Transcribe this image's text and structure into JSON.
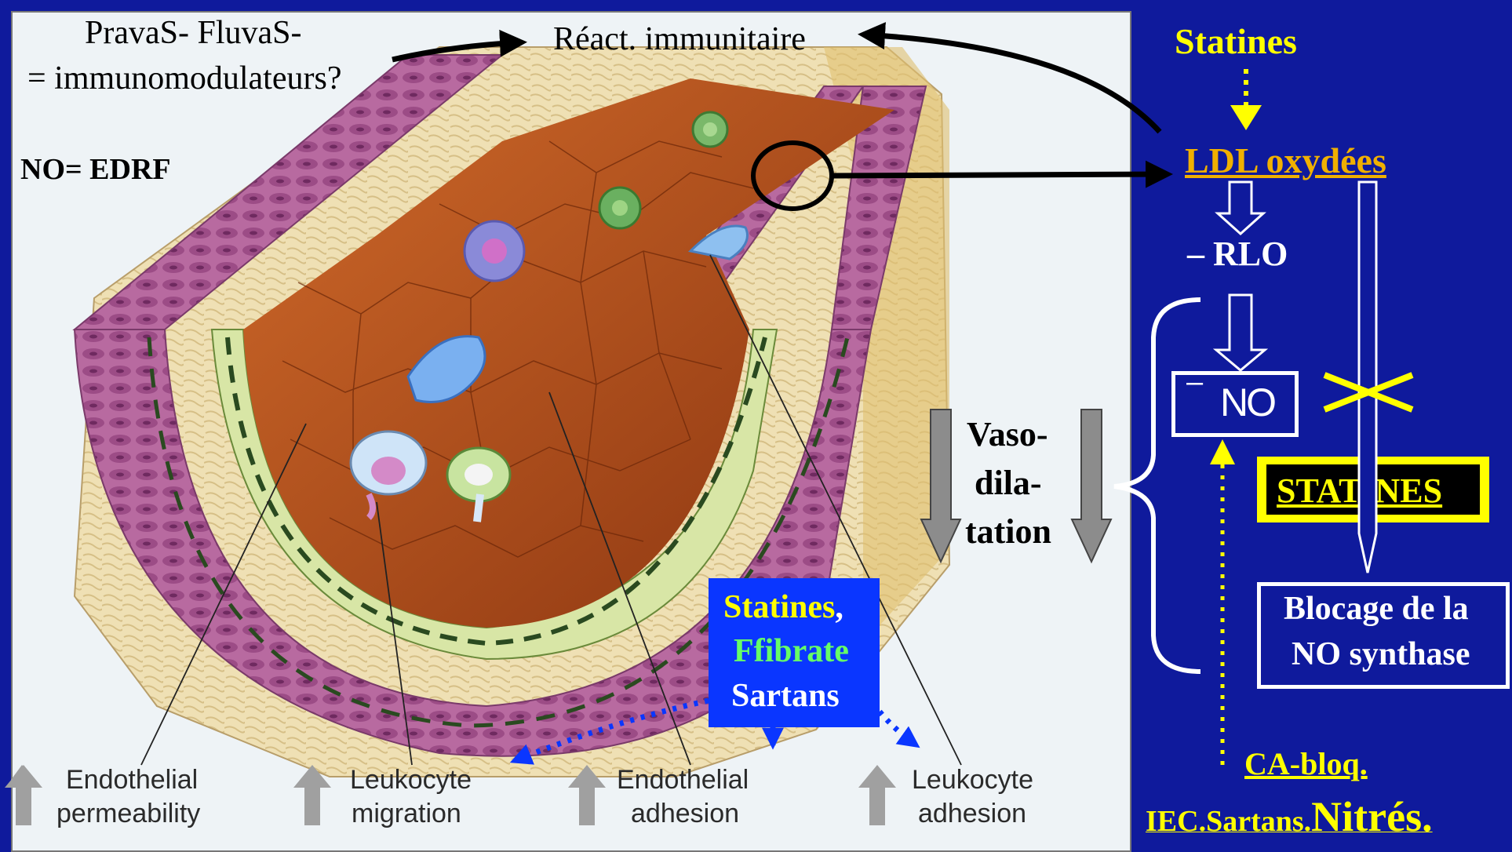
{
  "colors": {
    "panel_bg": "#0f1a9c",
    "left_bg": "#eef3f6",
    "yellow": "#ffff00",
    "gold": "#f0b000",
    "green_text": "#66ff66",
    "blue_box": "#0a36ff",
    "gray_arrow": "#8c8c8c",
    "black": "#000000",
    "white": "#ffffff"
  },
  "left": {
    "top_drugs_line1": "PravaS- FluvaS-",
    "top_drugs_line2": "= immunomodulateurs?",
    "immune": "Réact. immunitaire",
    "no_edrf": "NO= EDRF",
    "vaso_line1": "Vaso-",
    "vaso_line2": "dila-",
    "vaso_line3": "tation",
    "drug_box": {
      "line1": "Statines",
      "comma": ",",
      "line2": "Ffibrate",
      "line3": "Sartans"
    },
    "labels": [
      {
        "line1": "Endothelial",
        "line2": "permeability"
      },
      {
        "line1": "Leukocyte",
        "line2": "migration"
      },
      {
        "line1": "Endothelial",
        "line2": "adhesion"
      },
      {
        "line1": "Leukocyte",
        "line2": "adhesion"
      }
    ]
  },
  "right": {
    "statines_top": "Statines",
    "ldl": "LDL oxydées",
    "rlo": "– RLO",
    "no_box": "NO",
    "no_minus": "–",
    "statines_box": "STATINES",
    "blocage_line1": "Blocage de la",
    "blocage_line2": "NO synthase",
    "ca_bloq": "CA-bloq.",
    "iec_sartans": "IEC.Sartans.",
    "nitres": "Nitrés."
  },
  "icons": {
    "up_arrow": "up-arrow-icon",
    "down_arrow": "down-arrow-icon",
    "cross": "cross-icon",
    "brace": "brace-icon"
  }
}
